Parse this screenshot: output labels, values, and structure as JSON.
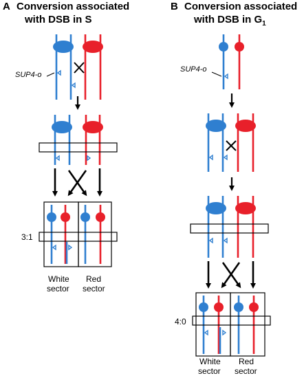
{
  "panel_a": {
    "letter": "A",
    "title_line1": "Conversion associated",
    "title_line2": "with DSB in S",
    "marker": "SUP4-o",
    "ratio": "3:1",
    "white_sector_line1": "White",
    "white_sector_line2": "sector",
    "red_sector_line1": "Red",
    "red_sector_line2": "sector"
  },
  "panel_b": {
    "letter": "B",
    "title_line1": "Conversion associated",
    "title_line2_main": "with DSB in G",
    "title_line2_sub": "1",
    "marker": "SUP4-o",
    "ratio": "4:0",
    "white_sector_line1": "White",
    "white_sector_line2": "sector",
    "red_sector_line1": "Red",
    "red_sector_line2": "sector"
  },
  "colors": {
    "blue": "#2f7fd0",
    "red": "#e8202a",
    "black": "#000000"
  }
}
